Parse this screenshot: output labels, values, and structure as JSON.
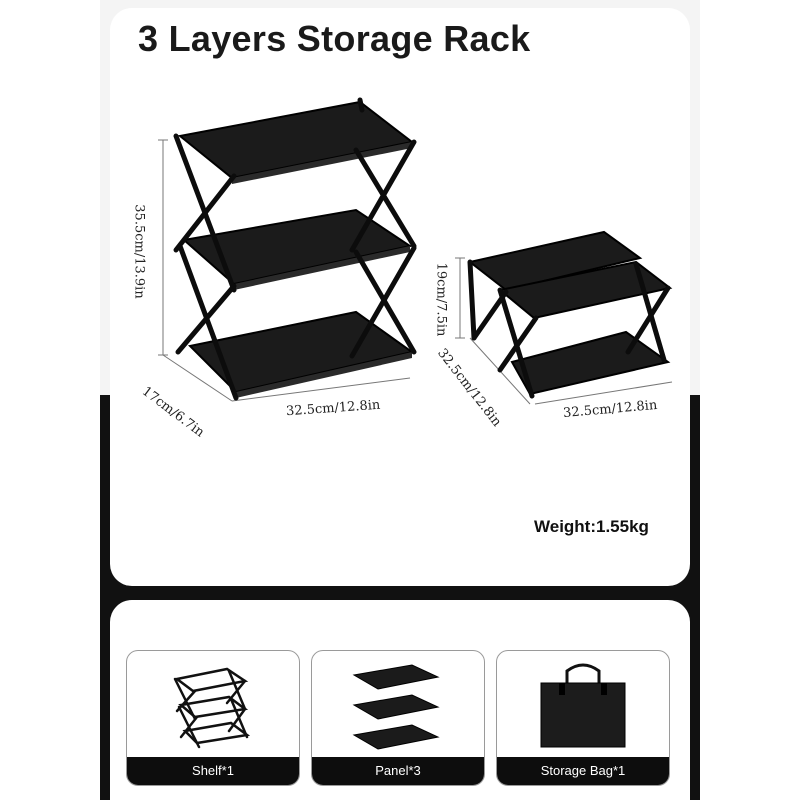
{
  "title": "3 Layers Storage Rack",
  "dimensions": {
    "height": "35.5cm/13.9in",
    "depth": "17cm/6.7in",
    "width": "32.5cm/12.8in",
    "folded_height": "19cm/7.5in",
    "folded_depth": "32.5cm/12.8in",
    "folded_width": "32.5cm/12.8in"
  },
  "weight": "Weight:1.55kg",
  "package_items": [
    {
      "label": "Shelf*1",
      "icon": "shelf-frame-icon"
    },
    {
      "label": "Panel*3",
      "icon": "panels-icon"
    },
    {
      "label": "Storage Bag*1",
      "icon": "storage-bag-icon"
    }
  ],
  "colors": {
    "product": "#111111",
    "label_bg": "#0d0d0d",
    "card": "#ffffff",
    "background": "#111111"
  }
}
